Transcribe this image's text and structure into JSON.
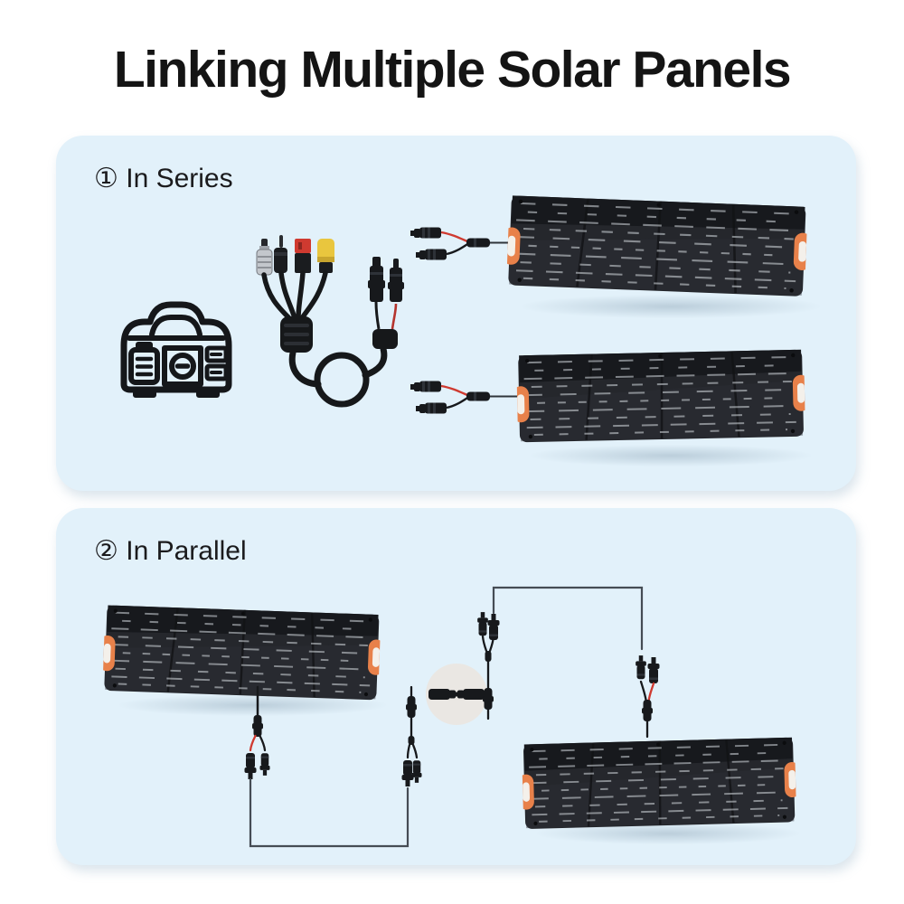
{
  "title": "Linking Multiple Solar Panels",
  "sections": {
    "series": {
      "label": "① In Series"
    },
    "parallel": {
      "label": "② In Parallel"
    }
  },
  "icons": {
    "power_station": "power-station-outline-icon",
    "adapter_cable": "4-in-1-solar-adapter-cable",
    "mc4_pigtail": "mc4-y-pigtail-connector",
    "mc4_branch": "mc4-y-branch-connector",
    "solar_panel": "portable-solar-panel",
    "zoom_bubble": "mc4-connection-zoom-bubble",
    "wiring": "parallel-wiring-route"
  },
  "colors": {
    "card_background": "#e2f1fa",
    "title_text": "#141414",
    "label_text": "#1b1b1d",
    "panel_body": "#25272c",
    "handle_orange": "#e8814a",
    "wire_red": "#cf3a30",
    "wire_black": "#17191c",
    "diagram_line": "#454c54",
    "bubble_background": "#eae7e3",
    "xt60_yellow": "#e9c63e",
    "aviation_silver": "#c3c7cc"
  }
}
